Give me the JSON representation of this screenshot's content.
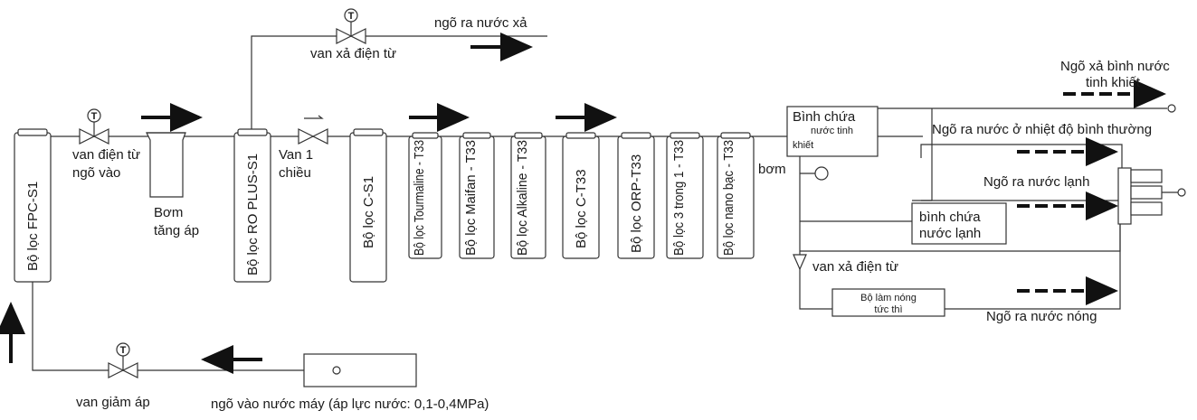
{
  "filters": {
    "fpc": "Bộ lọc FPC-S1",
    "ro": "Bộ lọc RO PLUS-S1",
    "c_s1": "Bộ lọc C-S1",
    "tourmaline": "Bộ lọc Tourmaline - T33",
    "maifan": "Bộ lọc Maifan - T33",
    "alkaline": "Bộ lọc Alkaline - T33",
    "c_t33": "Bộ lọc C-T33",
    "orp": "Bộ lọc ORP-T33",
    "three_in_one": "Bộ lọc 3 trong 1 - T33",
    "nano": "Bộ lọc nano bạc - T33"
  },
  "labels": {
    "inlet_valve": [
      "van điện từ",
      "ngõ vào"
    ],
    "pump": [
      "Bơm",
      "tăng áp"
    ],
    "check_valve": [
      "Van 1",
      "chiều"
    ],
    "drain_valve": "van xả điện từ",
    "drain_outlet": "ngõ ra nước xả",
    "pure_tank": [
      "Bình chứa",
      "nước tinh",
      "khiết"
    ],
    "pump2": "bơm",
    "pure_drain": [
      "Ngõ xả bình nước",
      "tinh khiết"
    ],
    "normal_outlet": "Ngõ ra nước ở nhiệt độ bình thường",
    "cold_outlet": "Ngõ ra nước lạnh",
    "cold_tank": [
      "bình chứa",
      "nước lạnh"
    ],
    "drain_valve2": "van xả điện từ",
    "heater": [
      "Bộ làm nóng",
      "tức thì"
    ],
    "hot_outlet": "Ngõ ra nước nóng",
    "pressure_valve": "van giảm áp",
    "mains_inlet": "ngõ vào nước máy (áp lực nước: 0,1-0,4MPa)"
  }
}
